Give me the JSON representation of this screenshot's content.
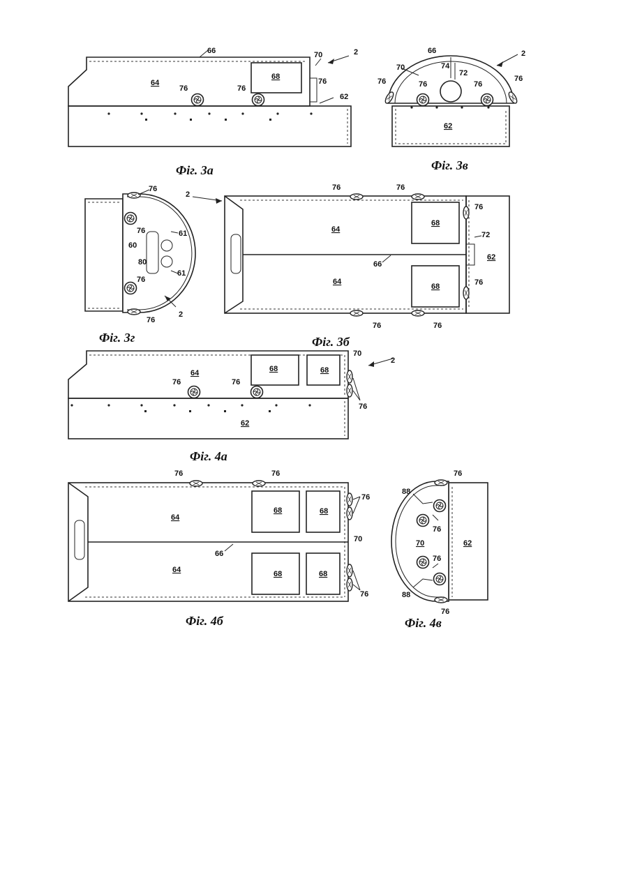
{
  "captions": {
    "fig3a": "Фіг. 3а",
    "fig3b": "Фіг. 3б",
    "fig3v": "Фіг. 3в",
    "fig3g": "Фіг. 3г",
    "fig4a": "Фіг. 4а",
    "fig4b": "Фіг. 4б",
    "fig4v": "Фіг. 4в"
  },
  "refs": {
    "r2": "2",
    "r60": "60",
    "r61": "61",
    "r62": "62",
    "r64": "64",
    "r66": "66",
    "r68": "68",
    "r70": "70",
    "r72": "72",
    "r74": "74",
    "r76": "76",
    "r80": "80",
    "r88": "88"
  }
}
